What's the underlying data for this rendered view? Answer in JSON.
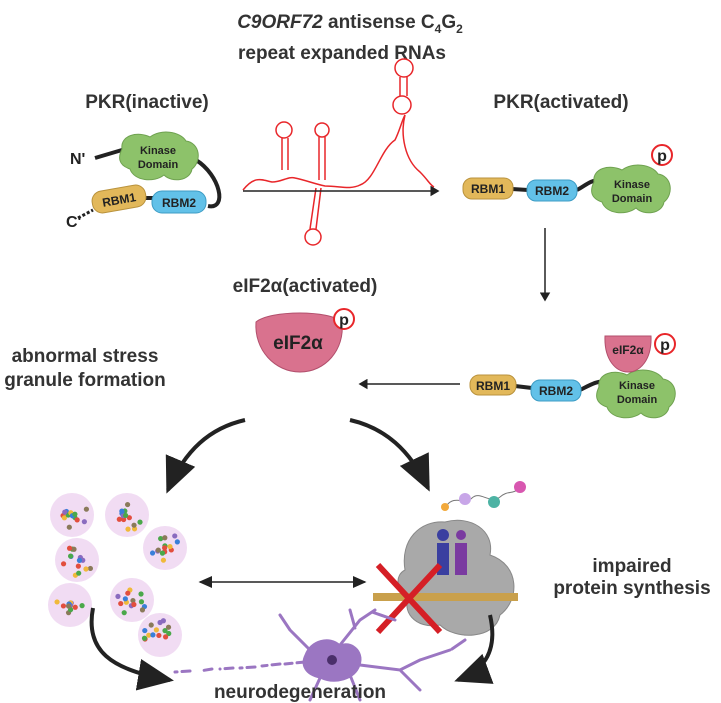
{
  "title": {
    "gene": "C9ORF72",
    "line1_rest": " antisense C",
    "sub1": "4",
    "g": "G",
    "sub2": "2",
    "line2": "repeat expanded RNAs"
  },
  "labels": {
    "pkr_inactive": "PKR(inactive)",
    "pkr_activated": "PKR(activated)",
    "eif2a_activated": "eIF2α(activated)",
    "stress_line1": "abnormal stress",
    "stress_line2": "granule formation",
    "impaired_line1": "impaired",
    "impaired_line2": "protein synthesis",
    "neuro": "neurodegeneration"
  },
  "domains": {
    "kinase1": "Kinase",
    "kinase2": "Domain",
    "rbm1": "RBM1",
    "rbm2": "RBM2",
    "n_term": "N'",
    "c_term": "C'",
    "eif2a": "eIF2α",
    "phospho": "p"
  },
  "colors": {
    "rna": "#e8262a",
    "kinase": "#8dc26a",
    "rbm1": "#e2b85a",
    "rbm2": "#62c1e8",
    "eif2a": "#d9728e",
    "granule": "#f1dcf3",
    "neuron": "#9b76c2",
    "ribosome": "#a9a9a9",
    "x_mark": "#d51f26"
  }
}
